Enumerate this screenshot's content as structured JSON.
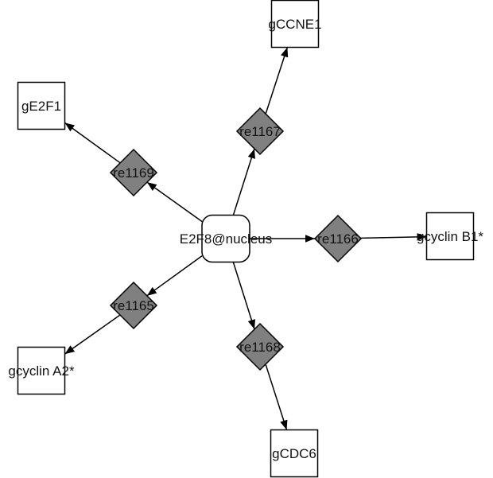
{
  "diagram": {
    "colors": {
      "reaction_fill": "#808080",
      "stroke": "#000000",
      "node_fill": "#ffffff"
    },
    "center": {
      "id": "E2F8",
      "label": "E2F8@nucleus",
      "shape": "rounded-square"
    },
    "reactions": [
      {
        "id": "re1169",
        "label": "re1169"
      },
      {
        "id": "re1167",
        "label": "re1167"
      },
      {
        "id": "re1166",
        "label": "re1166"
      },
      {
        "id": "re1165",
        "label": "re1165"
      },
      {
        "id": "re1168",
        "label": "re1168"
      }
    ],
    "genes": [
      {
        "id": "gE2F1",
        "label": "gE2F1"
      },
      {
        "id": "gCCNE1",
        "label": "gCCNE1"
      },
      {
        "id": "gcyclinB1",
        "label": "gcyclin B1*"
      },
      {
        "id": "gcyclinA2",
        "label": "gcyclin A2*"
      },
      {
        "id": "gCDC6",
        "label": "gCDC6"
      }
    ],
    "edges": [
      {
        "from": "E2F8",
        "to": "re1169"
      },
      {
        "from": "re1169",
        "to": "gE2F1"
      },
      {
        "from": "E2F8",
        "to": "re1167"
      },
      {
        "from": "re1167",
        "to": "gCCNE1"
      },
      {
        "from": "E2F8",
        "to": "re1166"
      },
      {
        "from": "re1166",
        "to": "gcyclinB1"
      },
      {
        "from": "E2F8",
        "to": "re1165"
      },
      {
        "from": "re1165",
        "to": "gcyclinA2"
      },
      {
        "from": "E2F8",
        "to": "re1168"
      },
      {
        "from": "re1168",
        "to": "gCDC6"
      }
    ]
  }
}
